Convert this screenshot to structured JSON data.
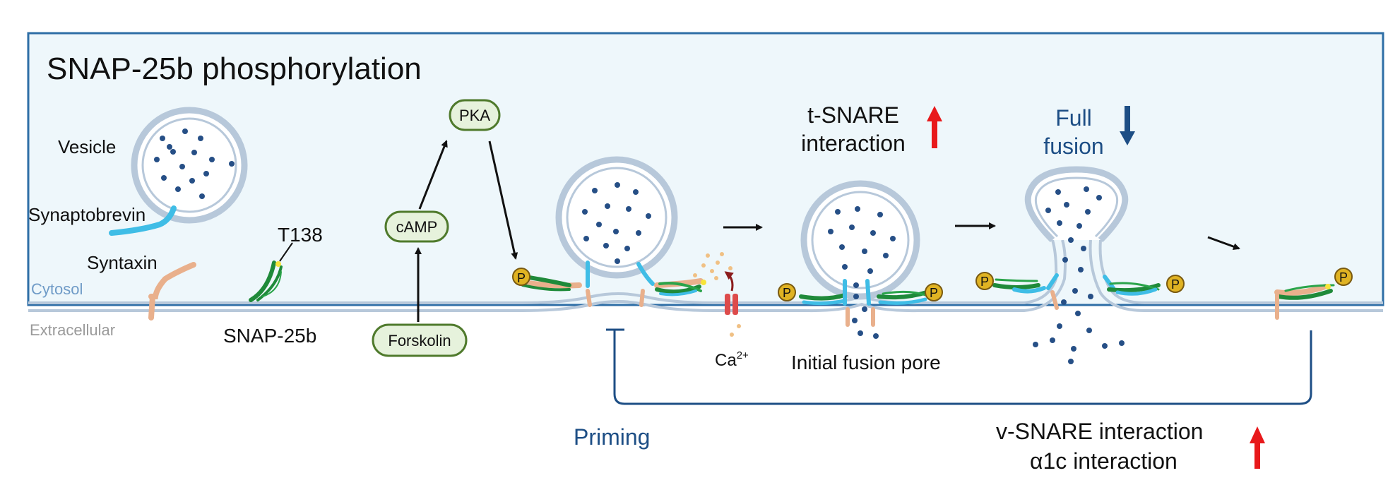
{
  "title": "SNAP-25b phosphorylation",
  "labels": {
    "vesicle": "Vesicle",
    "synaptobrevin": "Synaptobrevin",
    "syntaxin": "Syntaxin",
    "cytosol": "Cytosol",
    "extracellular": "Extracellular",
    "t138": "T138",
    "snap25b": "SNAP-25b",
    "pka": "PKA",
    "camp": "cAMP",
    "forskolin": "Forskolin",
    "ca_base": "Ca",
    "ca_sup": "2+",
    "phospho": "P",
    "tsnare_line1": "t-SNARE",
    "tsnare_line2": "interaction",
    "full_line1": "Full",
    "full_line2": "fusion",
    "fusion_pore": "Initial fusion pore",
    "priming": "Priming",
    "vsnare": "v-SNARE interaction",
    "a1c": "α1c interaction"
  },
  "colors": {
    "panel_bg": "#eef7fb",
    "panel_border": "#2e6ea6",
    "membrane": "#b7c8da",
    "dot": "#264f86",
    "synaptobrevin": "#3fbde6",
    "syntaxin": "#e9b08c",
    "snap25": "#1f8a3a",
    "phospho": "#e0b323",
    "pill_fill": "#e6f2dc",
    "pill_border": "#4f7a2c",
    "blue_text": "#1d4e85",
    "up_arrow": "#e8191b",
    "down_arrow": "#1d4e85",
    "channel": "#dd4b4b",
    "ca_ion": "#f0c084",
    "cytosol_text": "#6f9bc7",
    "extracellular_text": "#9a9a9a"
  },
  "indicators": {
    "tsnare": "up-arrow",
    "full_fusion": "down-arrow",
    "vsnare_a1c": "up-arrow"
  }
}
